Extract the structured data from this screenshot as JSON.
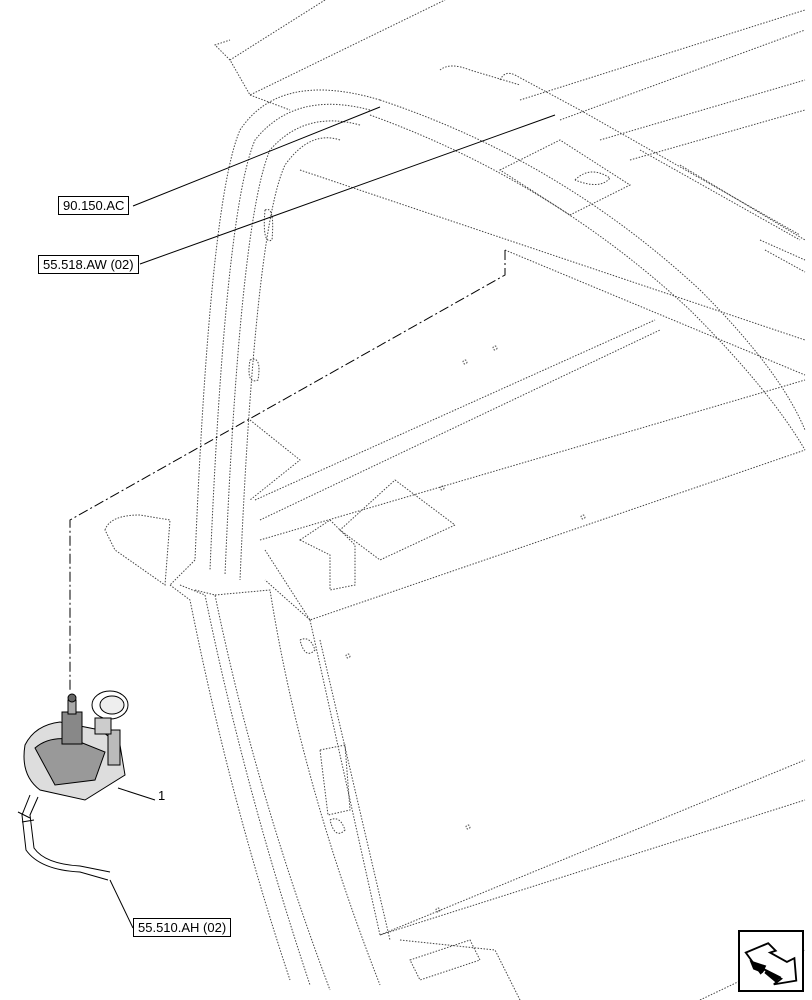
{
  "diagram": {
    "callouts": {
      "upper_left": "90.150.AC",
      "middle_left": "55.518.AW (02)",
      "bottom": "55.510.AH (02)"
    },
    "item_number": "1",
    "nav_icon": "next-page-arrow-icon"
  }
}
